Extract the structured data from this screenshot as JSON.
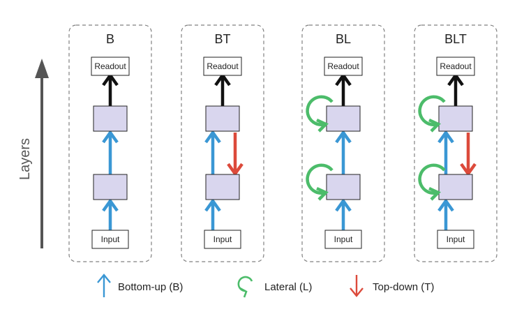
{
  "axis": {
    "label": "Layers",
    "color": "#555555"
  },
  "colors": {
    "bottom_up": "#3a97d4",
    "lateral": "#4cbc6a",
    "top_down": "#dc4a3b",
    "readout": "#111111",
    "layer_fill": "#d9d6ee",
    "panel_border": "#808080"
  },
  "boxes": {
    "readout": "Readout",
    "input": "Input"
  },
  "panels": [
    {
      "title": "B",
      "lateral": false,
      "top_down": false
    },
    {
      "title": "BT",
      "lateral": false,
      "top_down": true
    },
    {
      "title": "BL",
      "lateral": true,
      "top_down": false
    },
    {
      "title": "BLT",
      "lateral": true,
      "top_down": true
    }
  ],
  "legend": [
    {
      "key": "bottom_up",
      "label": "Bottom-up (B)",
      "icon": "up-arrow-icon"
    },
    {
      "key": "lateral",
      "label": "Lateral (L)",
      "icon": "loop-arrow-icon"
    },
    {
      "key": "top_down",
      "label": "Top-down (T)",
      "icon": "down-arrow-icon"
    }
  ]
}
